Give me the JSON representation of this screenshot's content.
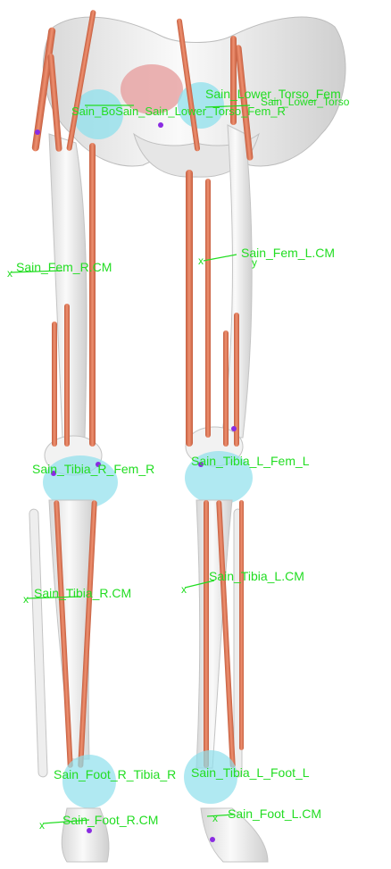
{
  "viewer": {
    "colors": {
      "background": "#ffffff",
      "bone": "#f2f2f2",
      "bone_shade": "#cfcfcf",
      "muscle": "#e07a5a",
      "muscle_shade": "#c65f40",
      "joint_sphere": "#8fe0ec",
      "pelvis_inner": "#e8a5a5",
      "label_green": "#22dd22",
      "marker_purple": "#8a2be2"
    },
    "labels": {
      "lower_torso_fem": "Sain_Lower_Torso_Fem",
      "pelvis_cluster_left": "Sain_BoSain_Sain_Lower_Torso_Fem_R",
      "pelvis_cluster_right": "Sain_Lower_Torso",
      "femur_r_cm": "Sain_Fem_R.CM",
      "femur_l_cm": "Sain_Fem_L.CM",
      "knee_cluster_r": "Sain_Tibia_R_Fem_R",
      "knee_cluster_l": "Sain_Tibia_L_Fem_L",
      "tibia_r_cm": "Sain_Tibia_R.CM",
      "tibia_l_cm": "Sain_Tibia_L.CM",
      "ankle_cluster_r": "Sain_Foot_R_Tibia_R",
      "ankle_cluster_l": "Sain_Tibia_L_Foot_L",
      "foot_r_cm": "Sain_Foot_R.CM",
      "foot_l_cm": "Sain_Foot_L.CM"
    },
    "axis_letters": {
      "x": "x",
      "y": "y"
    }
  }
}
